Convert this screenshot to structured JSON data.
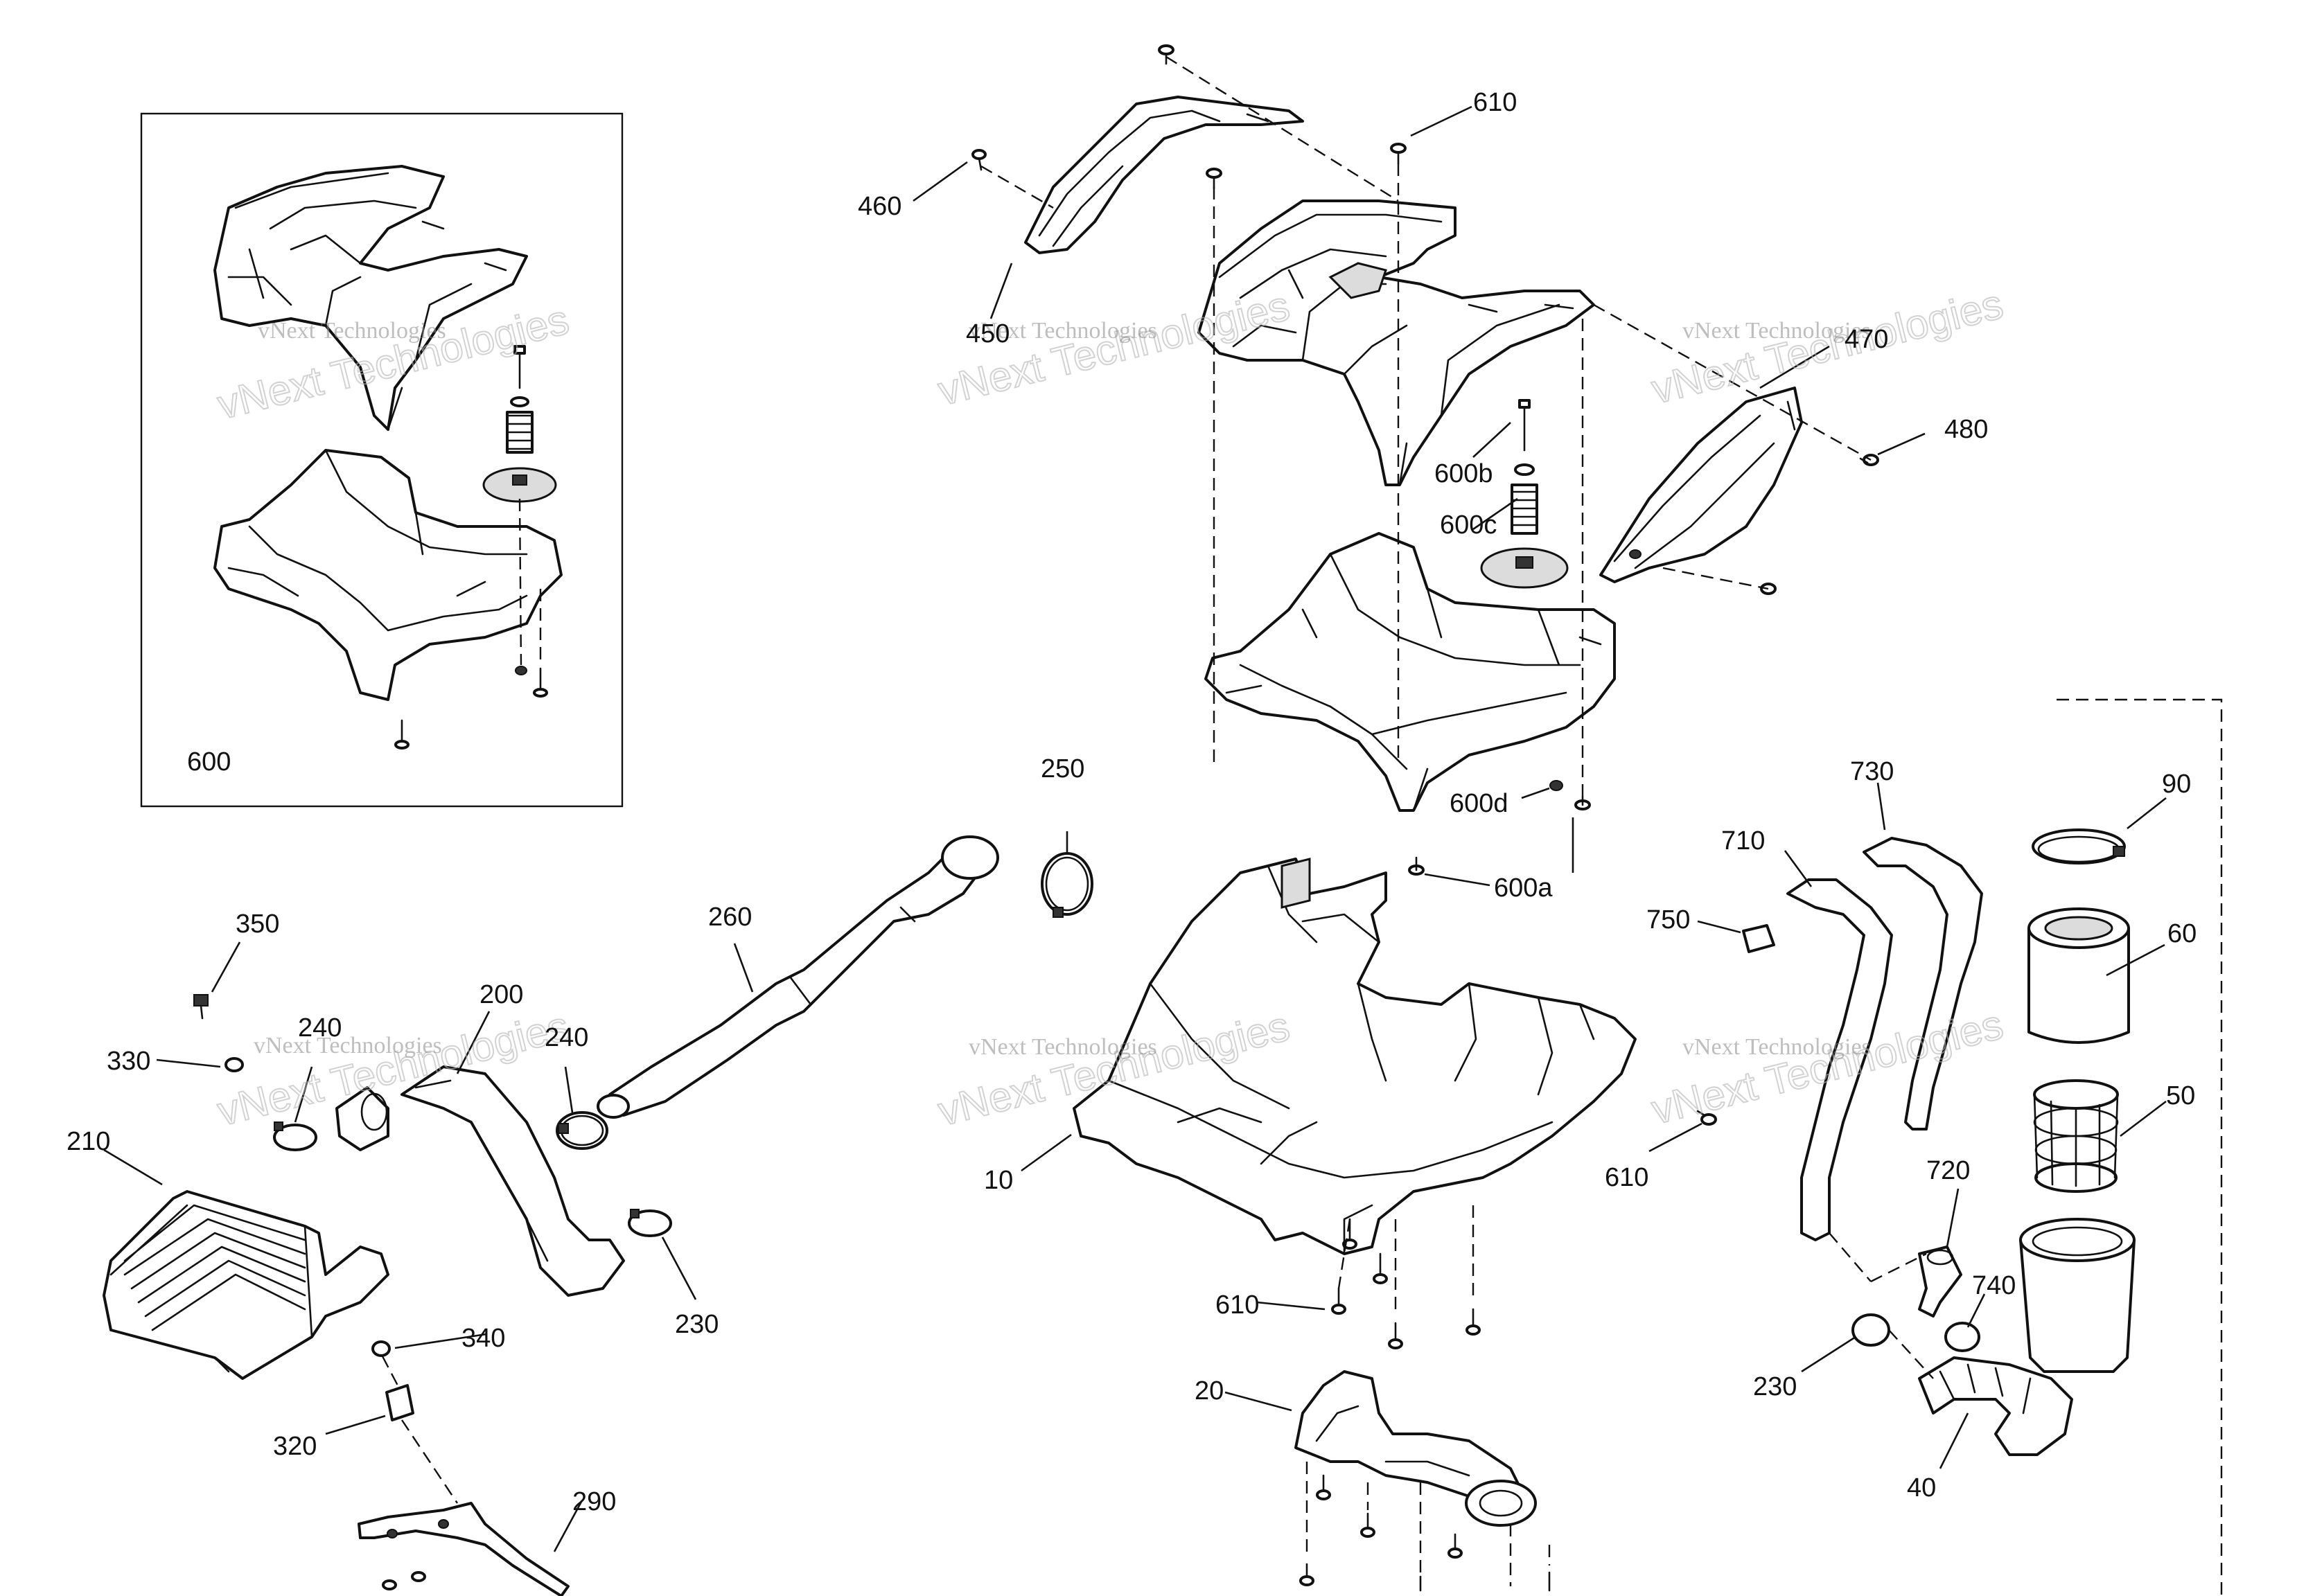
{
  "watermark": {
    "line1": "vNext Technologies",
    "line2": "vNext Technologies"
  },
  "labels": {
    "l600": "600",
    "l610_top": "610",
    "l460": "460",
    "l450": "450",
    "l470": "470",
    "l480": "480",
    "l600b": "600b",
    "l600c": "600c",
    "l600d": "600d",
    "l600a": "600a",
    "l250": "250",
    "l260": "260",
    "l350": "350",
    "l240_a": "240",
    "l200": "200",
    "l240_b": "240",
    "l330": "330",
    "l210": "210",
    "l230_left": "230",
    "l340": "340",
    "l320": "320",
    "l290": "290",
    "l10": "10",
    "l610_mid": "610",
    "l610_low": "610",
    "l20": "20",
    "l710": "710",
    "l730": "730",
    "l750": "750",
    "l90": "90",
    "l60": "60",
    "l50": "50",
    "l720": "720",
    "l740": "740",
    "l230_right": "230",
    "l40": "40"
  },
  "colors": {
    "line": "#111111",
    "background": "#ffffff",
    "watermark": "#8a8a8a"
  }
}
